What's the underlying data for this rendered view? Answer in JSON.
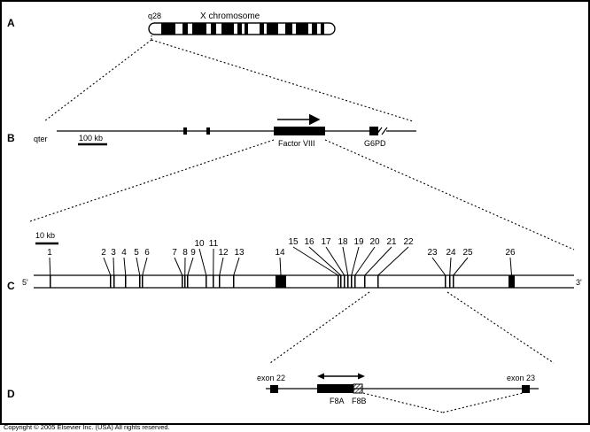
{
  "panels": {
    "a": "A",
    "b": "B",
    "c": "C",
    "d": "D"
  },
  "panel_a": {
    "band": "q28",
    "title": "X chromosome"
  },
  "panel_b": {
    "qter": "qter",
    "scale": "100 kb",
    "gene1": "Factor VIII",
    "gene2": "G6PD"
  },
  "panel_c": {
    "scale": "10 kb",
    "five_prime": "5'",
    "three_prime": "3'",
    "exons": [
      "1",
      "2",
      "3",
      "4",
      "5",
      "6",
      "7",
      "8",
      "9",
      "10",
      "11",
      "12",
      "13",
      "14",
      "15",
      "16",
      "17",
      "18",
      "19",
      "20",
      "21",
      "22",
      "23",
      "24",
      "25",
      "26"
    ]
  },
  "panel_d": {
    "exon_left": "exon 22",
    "exon_right": "exon 23",
    "f8a": "F8A",
    "f8b": "F8B"
  },
  "copyright": "Copyright © 2005 Elsevier Inc. (USA) All rights reserved."
}
